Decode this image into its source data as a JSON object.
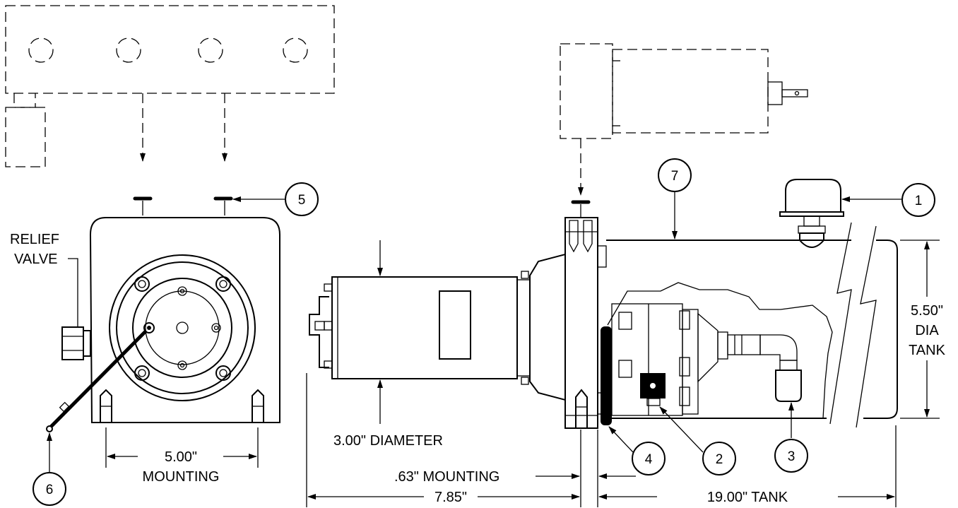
{
  "labels": {
    "relief_valve_line1": "RELIEF",
    "relief_valve_line2": "VALVE",
    "motor_diameter": "3.00\" DIAMETER",
    "mounting_width": "5.00\"",
    "mounting_word": "MOUNTING",
    "flange_mounting": ".63\" MOUNTING",
    "overall_length": "7.85\"",
    "tank_length": "19.00\" TANK",
    "tank_dia_1": "5.50\"",
    "tank_dia_2": "DIA",
    "tank_dia_3": "TANK"
  },
  "callouts": [
    "1",
    "2",
    "3",
    "4",
    "5",
    "6",
    "7"
  ]
}
